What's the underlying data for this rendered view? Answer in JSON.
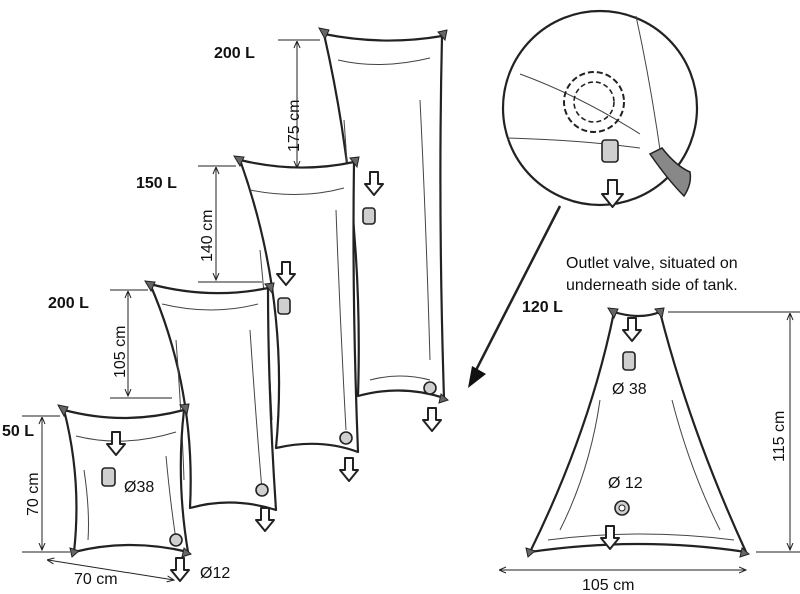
{
  "tanks": [
    {
      "capacity": "50 L",
      "height": "70 cm",
      "width": "70 cm",
      "diameter_large": "Ø38",
      "diameter_small": "Ø12"
    },
    {
      "capacity": "200 L",
      "height": "105 cm"
    },
    {
      "capacity": "150 L",
      "height": "140 cm"
    },
    {
      "capacity": "200 L",
      "height": "175 cm"
    },
    {
      "capacity": "120 L",
      "height": "115 cm",
      "width": "105 cm",
      "diameter_large": "Ø 38",
      "diameter_small": "Ø 12"
    }
  ],
  "callout": {
    "line1": "Outlet valve, situated on",
    "line2": "underneath side of tank."
  }
}
